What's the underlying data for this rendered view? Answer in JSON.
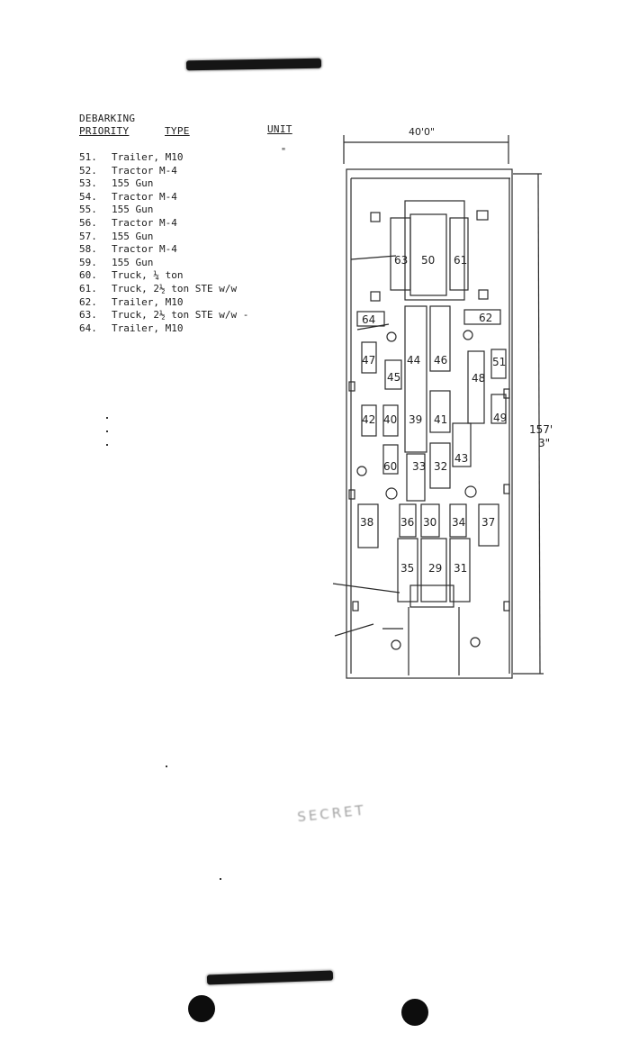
{
  "header": {
    "debarking": "DEBARKING",
    "priority": "PRIORITY",
    "type": "TYPE",
    "unit": "UNIT",
    "unit_mark": "\""
  },
  "entries": [
    {
      "num": "51.",
      "type": "Trailer, M10"
    },
    {
      "num": "52.",
      "type": "Tractor M-4"
    },
    {
      "num": "53.",
      "type": "155 Gun"
    },
    {
      "num": "54.",
      "type": "Tractor M-4"
    },
    {
      "num": "55.",
      "type": "155 Gun"
    },
    {
      "num": "56.",
      "type": "Tractor M-4"
    },
    {
      "num": "57.",
      "type": "155 Gun"
    },
    {
      "num": "58.",
      "type": "Tractor M-4"
    },
    {
      "num": "59.",
      "type": "155 Gun"
    },
    {
      "num": "60.",
      "type": "Truck, ¼ ton"
    },
    {
      "num": "61.",
      "type": "Truck, 2½ ton STE w/w"
    },
    {
      "num": "62.",
      "type": "Trailer, M10"
    },
    {
      "num": "63.",
      "type": "Truck, 2½ ton STE w/w -"
    },
    {
      "num": "64.",
      "type": "Trailer, M10"
    }
  ],
  "diagram": {
    "width_label": "40'0\"",
    "length_label_ft": "157'",
    "length_label_in": "3\"",
    "vehicles": [
      "63",
      "50",
      "61",
      "64",
      "62",
      "47",
      "45",
      "44",
      "46",
      "48",
      "51",
      "42",
      "40",
      "39",
      "41",
      "43",
      "49",
      "60",
      "33",
      "32",
      "38",
      "36",
      "30",
      "34",
      "37",
      "35",
      "29",
      "31"
    ]
  },
  "stamp": {
    "text": "SECRET"
  }
}
